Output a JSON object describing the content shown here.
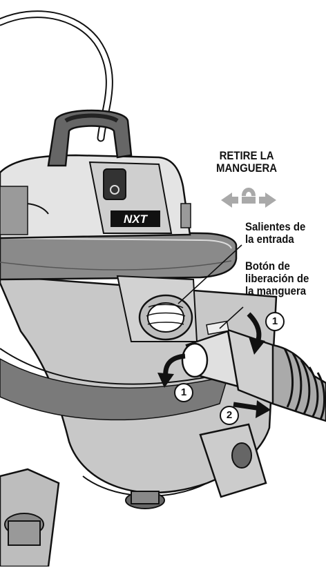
{
  "instruction": {
    "line1": "RETIRE LA",
    "line2": "MANGUERA"
  },
  "callouts": {
    "inlet_tabs": {
      "line1": "Salientes de",
      "line2": "la entrada"
    },
    "release_button": {
      "line1": "Botón de",
      "line2": "liberación de",
      "line3": "la manguera"
    }
  },
  "steps": {
    "push_button": "1",
    "rotate_hose": "1",
    "pull_hose": "2"
  },
  "brand": {
    "logo_text": "NXT"
  },
  "colors": {
    "ink": "#111111",
    "body_gray": "#c8c8c8",
    "dark_gray": "#5a5a5a",
    "lid_gray": "#8a8a8a",
    "arrow_gray": "#a9a9a9"
  }
}
